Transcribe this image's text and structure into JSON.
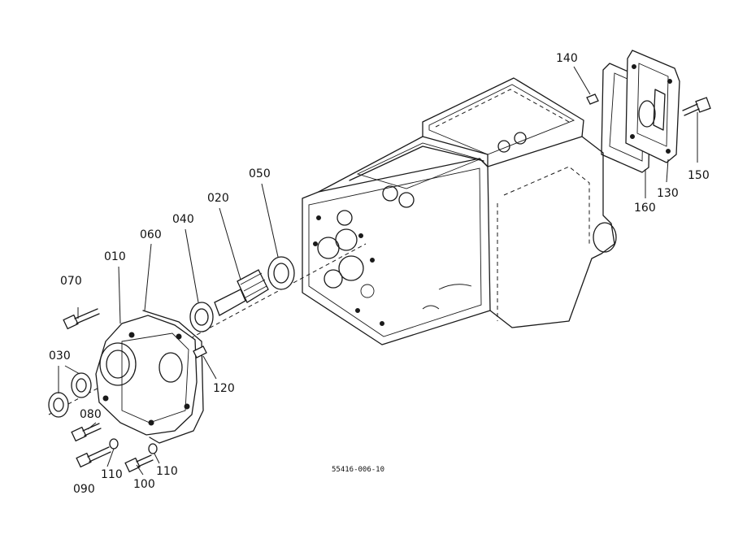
{
  "callouts": [
    {
      "id": "070",
      "text": "070"
    },
    {
      "id": "010",
      "text": "010"
    },
    {
      "id": "060",
      "text": "060"
    },
    {
      "id": "040",
      "text": "040"
    },
    {
      "id": "020",
      "text": "020"
    },
    {
      "id": "050",
      "text": "050"
    },
    {
      "id": "030",
      "text": "030"
    },
    {
      "id": "080",
      "text": "080"
    },
    {
      "id": "090",
      "text": "090"
    },
    {
      "id": "110a",
      "text": "110"
    },
    {
      "id": "100",
      "text": "100"
    },
    {
      "id": "110b",
      "text": "110"
    },
    {
      "id": "120",
      "text": "120"
    },
    {
      "id": "140",
      "text": "140"
    },
    {
      "id": "150",
      "text": "150"
    },
    {
      "id": "130",
      "text": "130"
    },
    {
      "id": "160",
      "text": "160"
    }
  ],
  "reference_code": "55416-006-10"
}
